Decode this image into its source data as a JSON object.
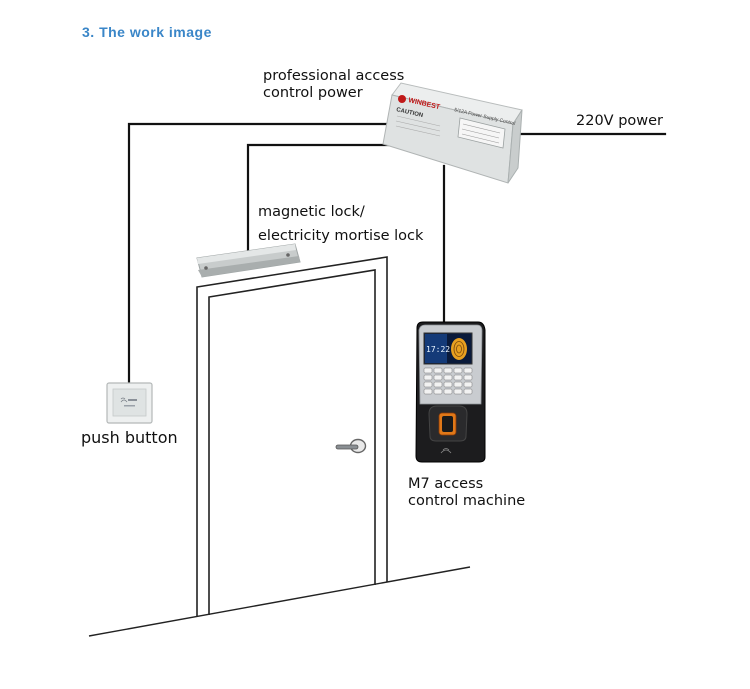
{
  "header": {
    "title": "3. The work image"
  },
  "labels": {
    "power_supply": [
      "professional access",
      "control power"
    ],
    "mains": "220V power",
    "lock": [
      "magnetic lock/",
      "electricity mortise lock"
    ],
    "push_button": "push button",
    "machine": [
      "M7 access",
      "control machine"
    ]
  },
  "device_text": {
    "power_brand": "WINBEST",
    "power_caution": "CAUTION",
    "power_model": "5/12A Power Supply Control",
    "screen_time": "17:22"
  },
  "colors": {
    "title": "#3a86c8",
    "wire": "#111111",
    "door_line": "#222222",
    "brand_red": "#c01818"
  }
}
